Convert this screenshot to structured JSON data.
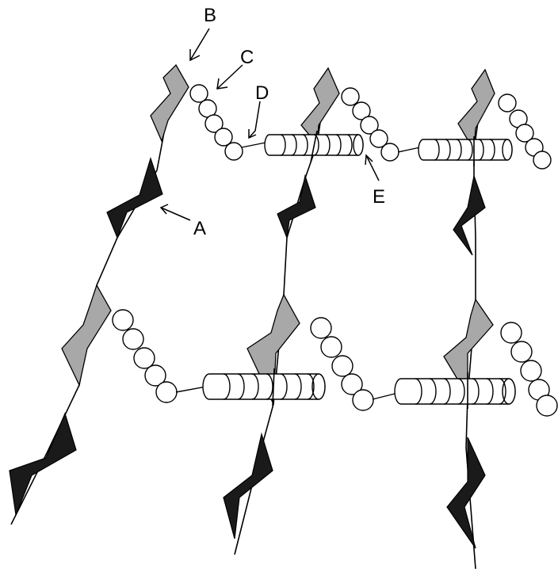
{
  "labels": {
    "a": "A",
    "b": "B",
    "c": "C",
    "d": "D",
    "e": "E"
  },
  "colors": {
    "gray_segment": "#a8a8a8",
    "black_segment": "#1a1a1a",
    "line": "#000000",
    "bead_fill": "#ffffff"
  }
}
